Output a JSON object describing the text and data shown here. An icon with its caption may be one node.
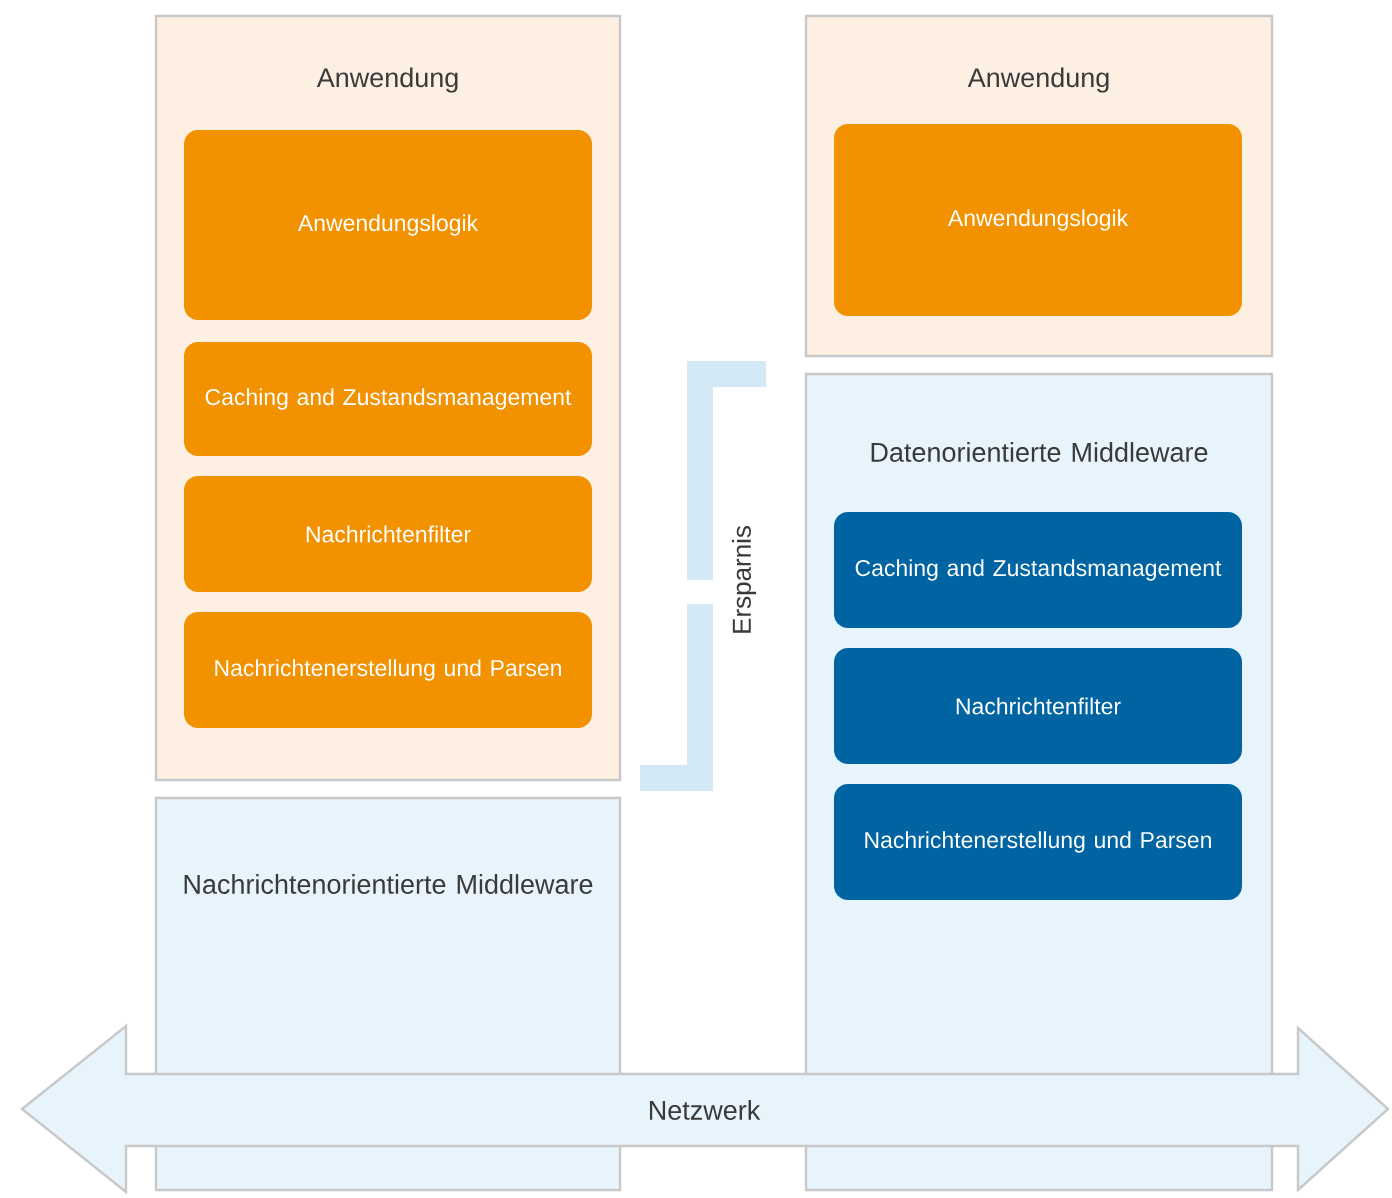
{
  "diagram": {
    "nodes": [
      {
        "text": [
          "Anwendung"
        ]
      },
      {
        "text": [
          "Anwendungslogik"
        ],
        "in": 0
      },
      {
        "text": [
          "Caching and Zustandsmanagement"
        ],
        "in": 0
      },
      {
        "text": [
          "Nachrichtenfilter"
        ],
        "in": 0
      },
      {
        "text": [
          "Nachrichtenerstellung und Parsen"
        ],
        "in": 0
      },
      {
        "text": [
          "Nachrichtenorientierte Middleware"
        ]
      },
      {
        "text": [
          "Anwendung"
        ]
      },
      {
        "text": [
          "Anwendungslogik"
        ],
        "in": 6
      },
      {
        "text": [
          "Datenorientierte Middleware"
        ]
      },
      {
        "text": [
          "Caching and Zustandsmanagement"
        ],
        "in": 8
      },
      {
        "text": [
          "Nachrichtenfilter"
        ],
        "in": 8
      },
      {
        "text": [
          "Nachrichtenerstellung und Parsen"
        ],
        "in": 8
      },
      {
        "text": [
          "Netzwerk"
        ]
      }
    ],
    "labels": [
      "Ersparnis"
    ]
  }
}
